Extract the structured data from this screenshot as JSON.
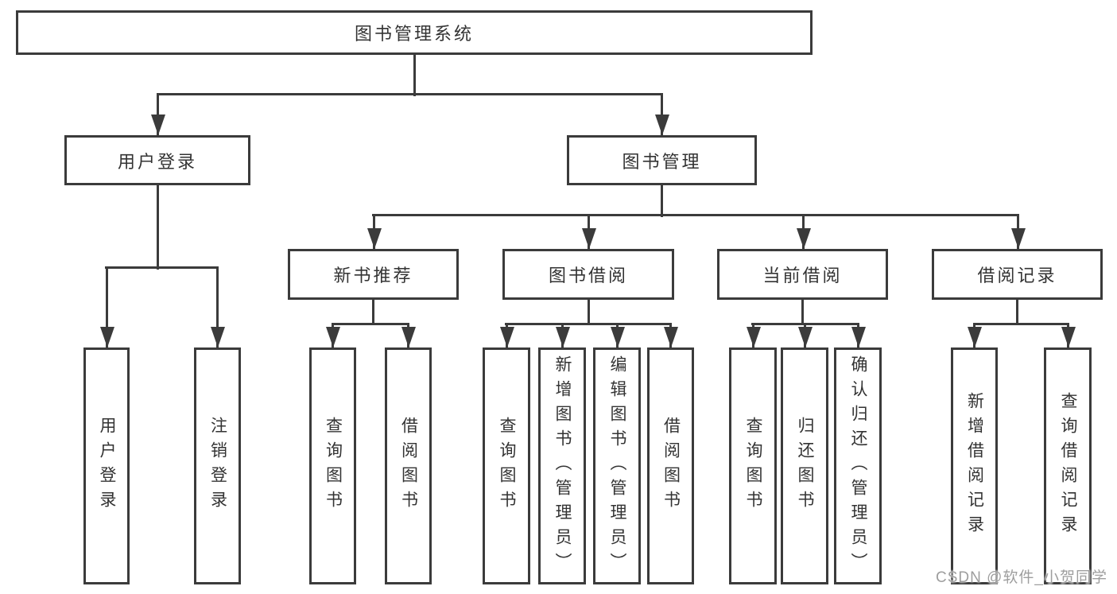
{
  "colors": {
    "line": "#3b3b3b",
    "text": "#333333",
    "background": "#ffffff",
    "watermark": "#9e9e9e"
  },
  "watermark": {
    "text": "CSDN @软件_小贺同学"
  },
  "tree": {
    "label": "图书管理系统",
    "children": [
      {
        "label": "用户登录",
        "children": [
          {
            "label": "用户登录"
          },
          {
            "label": "注销登录"
          }
        ]
      },
      {
        "label": "图书管理",
        "children": [
          {
            "label": "新书推荐",
            "children": [
              {
                "label": "查询图书"
              },
              {
                "label": "借阅图书"
              }
            ]
          },
          {
            "label": "图书借阅",
            "children": [
              {
                "label": "查询图书"
              },
              {
                "label": "新增图书（管理员）"
              },
              {
                "label": "编辑图书（管理员）"
              },
              {
                "label": "借阅图书"
              }
            ]
          },
          {
            "label": "当前借阅",
            "children": [
              {
                "label": "查询图书"
              },
              {
                "label": "归还图书"
              },
              {
                "label": "确认归还（管理员）"
              }
            ]
          },
          {
            "label": "借阅记录",
            "children": [
              {
                "label": "新增借阅记录"
              },
              {
                "label": "查询借阅记录"
              }
            ]
          }
        ]
      }
    ]
  }
}
